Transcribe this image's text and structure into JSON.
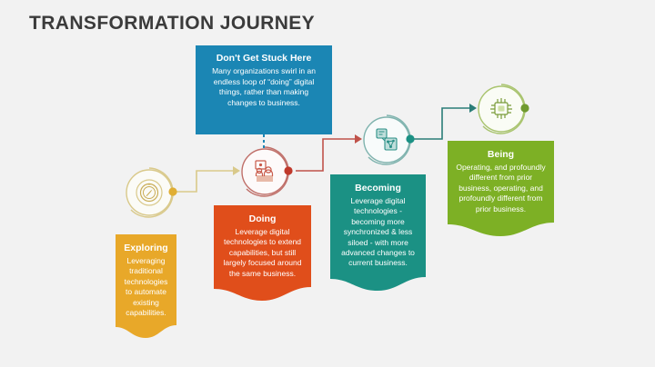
{
  "page": {
    "title": "TRANSFORMATION JOURNEY",
    "background_color": "#f2f2f2",
    "title_color": "#3b3b3b"
  },
  "callout": {
    "name": "dont-get-stuck-here",
    "title": "Don't Get Stuck Here",
    "text": "Many organizations swirl in an endless loop of “doing” digital things, rather than making changes to business.",
    "color": "#1b86b4",
    "connector_style": "dotted",
    "connects_to": "Doing"
  },
  "stages": [
    {
      "name": "exploring",
      "title": "Exploring",
      "text": "Leveraging traditional technologies to automate existing capabilities.",
      "color": "#e8a829",
      "icon": "compass-icon"
    },
    {
      "name": "doing",
      "title": "Doing",
      "text": "Leverage digital technologies to extend capabilities, but still largely focused around the same business.",
      "color": "#e04e1b",
      "icon": "presentation-people-icon"
    },
    {
      "name": "becoming",
      "title": "Becoming",
      "text": "Leverage digital technologies - becoming more synchronized & less siloed - with more advanced changes to current business.",
      "color": "#1b9184",
      "icon": "network-nodes-icon"
    },
    {
      "name": "being",
      "title": "Being",
      "text": "Operating, and profoundly different from prior business, operating, and profoundly different from prior business.",
      "color": "#7db025",
      "icon": "ai-chip-icon"
    }
  ]
}
